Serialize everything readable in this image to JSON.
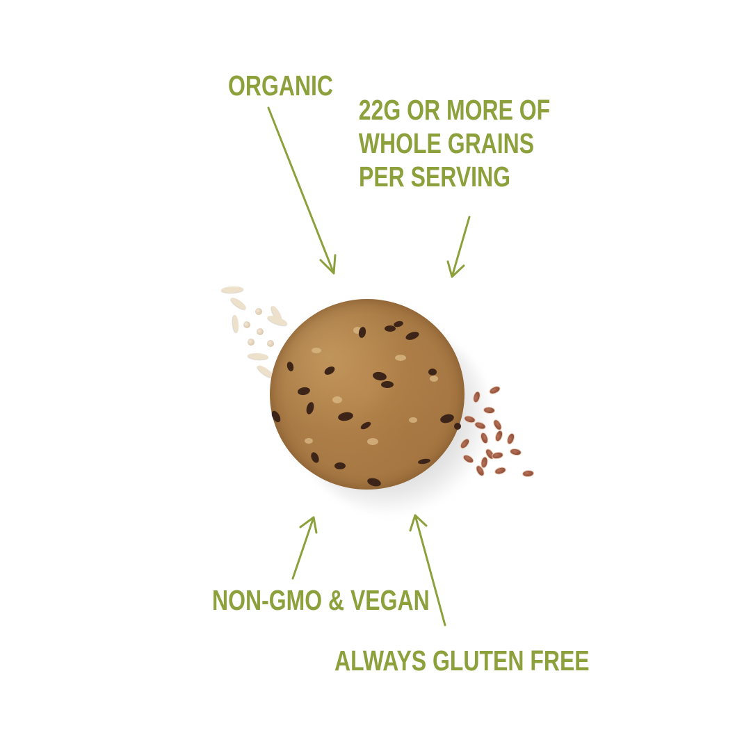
{
  "labels": {
    "organic": "Organic",
    "whole_grains": {
      "line1": "22g or more of",
      "line2": "whole grains",
      "line3": "per serving"
    },
    "non_gmo": "Non-GMO & Vegan",
    "gluten_free": "Always Gluten Free"
  },
  "colors": {
    "label_green": "#8ca03c",
    "arrow_green": "#8ca03c",
    "background": "#ffffff",
    "cracker": "#a87a45",
    "flax_seed": "#8a4a34",
    "rice": "#ede1cc"
  },
  "image": {
    "subject": "round-seeded-cracker",
    "left_garnish": "rice-and-quinoa",
    "right_garnish": "flax-seeds"
  }
}
